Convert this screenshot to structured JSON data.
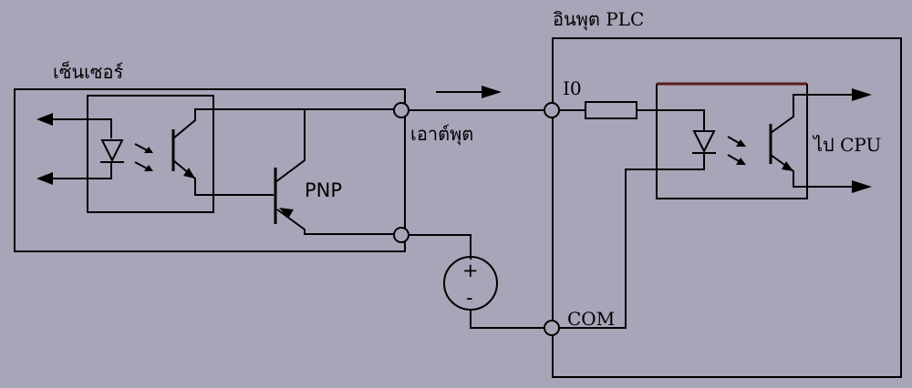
{
  "labels": {
    "sensor_title": "เซ็นเซอร์",
    "plc_title": "อินพุต PLC",
    "output_label": "เอาต์พุต",
    "transistor_type": "PNP",
    "input_terminal": "I0",
    "common_terminal": "COM",
    "to_cpu": "ไป CPU",
    "supply_plus": "+",
    "supply_minus": "-"
  },
  "colors": {
    "background": "#a6a6b8",
    "line": "#000000",
    "optocoupler_top_edge": "#5a1a1a"
  }
}
